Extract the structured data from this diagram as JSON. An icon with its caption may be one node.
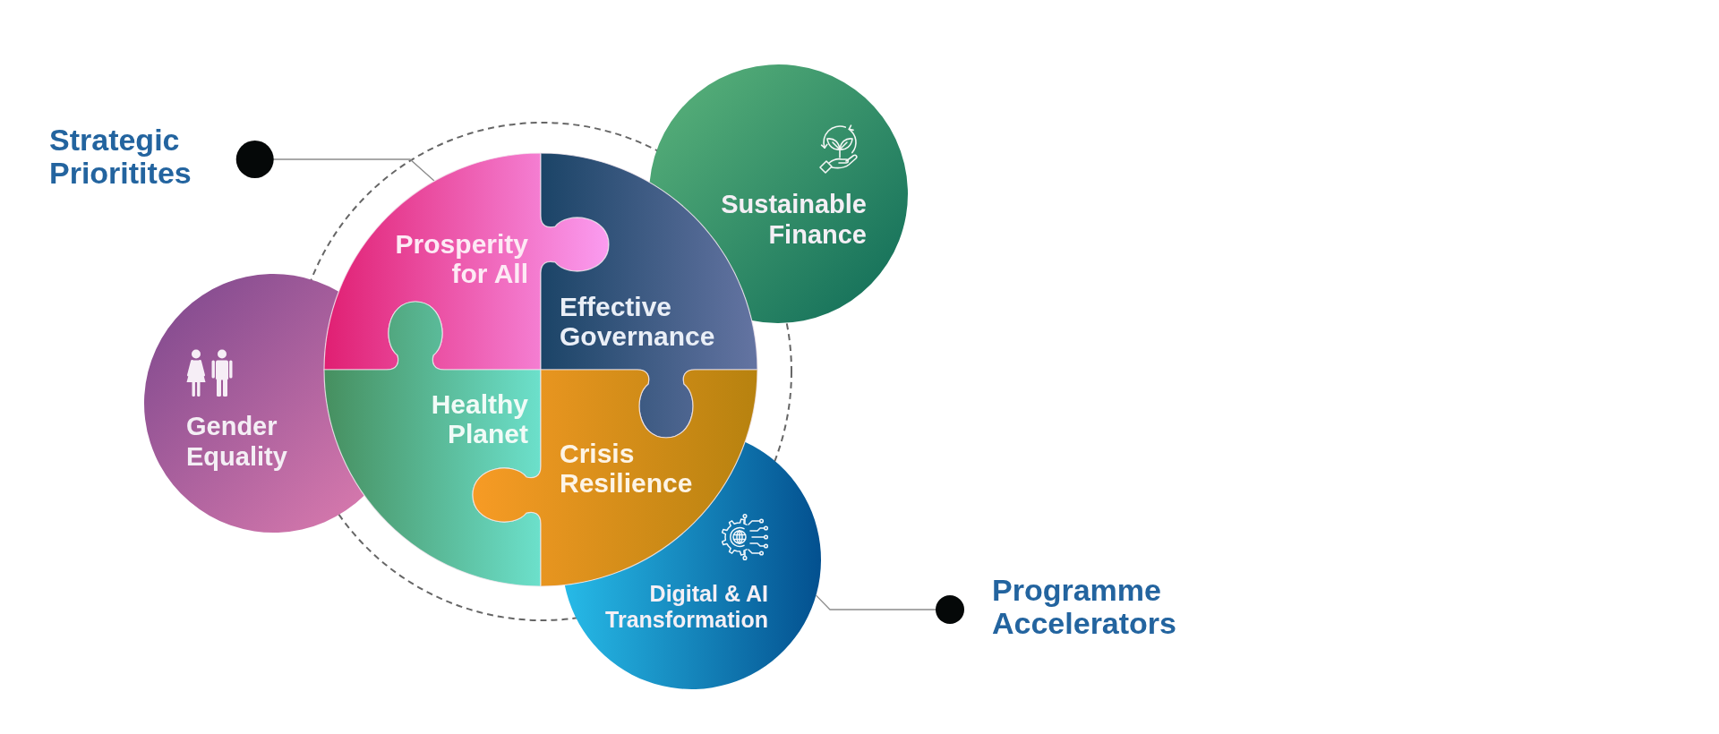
{
  "diagram": {
    "nodes": [
      {
        "text": [
          "Strategic Prioritites"
        ]
      },
      {
        "text": [],
        "shape": "circle"
      },
      {
        "text": [
          "Prosperity for All"
        ],
        "in": 1
      },
      {
        "text": [
          "Effective Governance"
        ],
        "in": 1
      },
      {
        "text": [
          "Healthy Planet"
        ],
        "in": 1
      },
      {
        "text": [
          "Crisis Resilience"
        ],
        "in": 1
      },
      {
        "text": [
          "Sustainable Finance"
        ]
      },
      {
        "text": [
          "Gender Equality"
        ]
      },
      {
        "text": [
          "Digital & AI Transformation"
        ]
      },
      {
        "text": [
          "Programme Accelerators"
        ]
      }
    ],
    "edges": [
      {
        "from": 0,
        "to": 1,
        "arrow": "other"
      },
      {
        "from": 9,
        "to": 8,
        "arrow": "other"
      }
    ]
  }
}
